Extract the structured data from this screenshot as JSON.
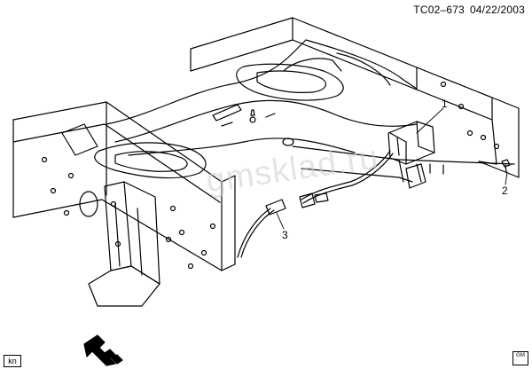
{
  "header": {
    "figure_id": "TC02–673",
    "date": "04/22/2003"
  },
  "callouts": [
    "1",
    "2",
    "3"
  ],
  "watermark": "gmsklad.ru",
  "corner_tag": "kn",
  "logo_text": "GM"
}
